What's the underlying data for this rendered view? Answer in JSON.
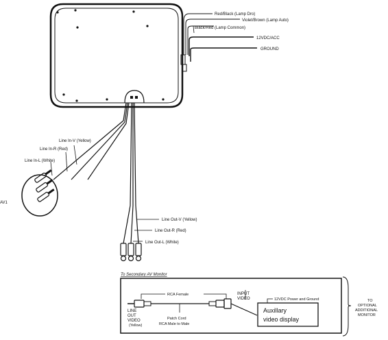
{
  "power_labels": {
    "red_black": "Red/Black (Lamp Dro)",
    "violet_brown": "Violet/Brown (Lamp Auto)",
    "black_red": "Black/Red (Lamp Common)",
    "vdc": "12VDC/ACC",
    "ground": "GROUND"
  },
  "line_in": {
    "v": "Line In-V (Yellow)",
    "r": "Line In-R (Red)",
    "l": "Line In-L (White)",
    "av": "AV1"
  },
  "line_out": {
    "v": "Line Out-V (Yellow)",
    "r": "Line Out-R (Red)",
    "l": "Line Out-L (White)"
  },
  "secondary": {
    "title": "To Secondary AV Monitor",
    "rca_female": "RCA Female",
    "input_video_1": "INPUT",
    "input_video_2": "VIDEO",
    "power_ground": "12VDC Power and Ground",
    "aux_1": "Auxillary",
    "aux_2": "video display",
    "line_out_1": "LINE",
    "line_out_2": "OUT",
    "line_out_3": "VIDEO",
    "line_out_4": "(Yellow)",
    "patch_1": "Patch Cord",
    "patch_2": "RCA Male to Male"
  },
  "optional": {
    "l1": "TO",
    "l2": "OPTIONAL",
    "l3": "ADDITIONAL",
    "l4": "MONITOR"
  }
}
